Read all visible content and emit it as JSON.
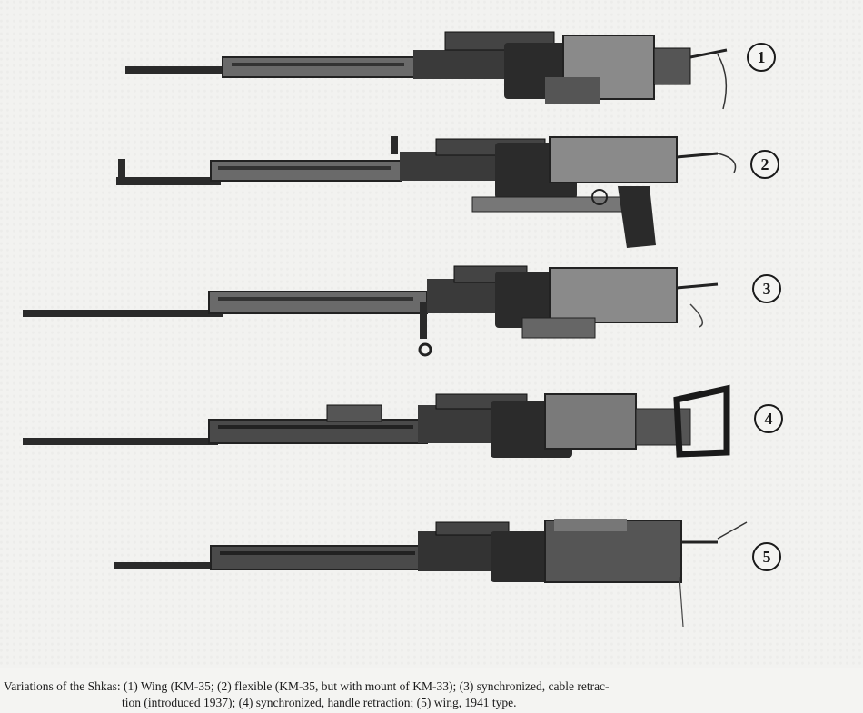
{
  "figure": {
    "items": [
      {
        "number": "1"
      },
      {
        "number": "2"
      },
      {
        "number": "3"
      },
      {
        "number": "4"
      },
      {
        "number": "5"
      }
    ]
  },
  "caption": {
    "line1": "Variations of the Shkas: (1) Wing (KM-35; (2) flexible (KM-35, but with mount of KM-33); (3) synchronized, cable retrac-",
    "line2": "tion (introduced 1937); (4) synchronized, handle retraction; (5) wing, 1941 type."
  }
}
